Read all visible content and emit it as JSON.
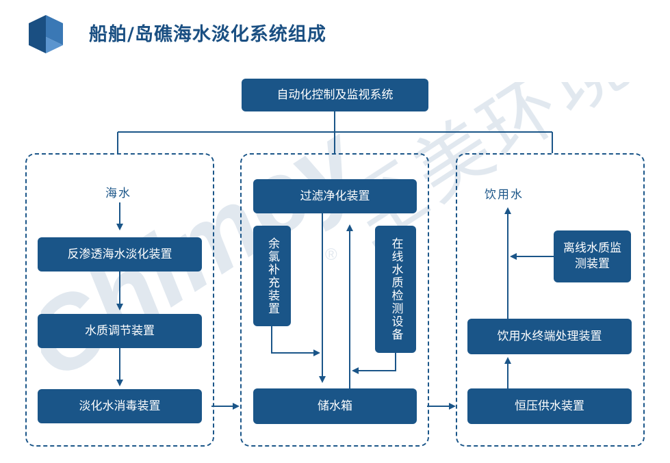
{
  "header": {
    "title": "船舶/岛礁海水淡化系统组成"
  },
  "watermark": {
    "brand": "Chimey",
    "chinese": "至美环境",
    "registered": "®"
  },
  "top_box": "自动化控制及监视系统",
  "left": {
    "source": "海水",
    "reverse_osmosis": "反渗透海水淡化装置",
    "quality_adjust": "水质调节装置",
    "disinfection": "淡化水消毒装置"
  },
  "middle": {
    "filtration": "过滤净化装置",
    "residual_chlorine": "余氯补充装置",
    "online_monitor": "在线水质检测设备",
    "storage_tank": "储水箱"
  },
  "right": {
    "output": "饮用水",
    "offline_monitor": "离线水质监测装置",
    "terminal_treatment": "饮用水终端处理装置",
    "constant_pressure": "恒压供水装置"
  },
  "colors": {
    "primary": "#1a5588",
    "title": "#1a4f82",
    "logo_dark": "#1a4f82",
    "logo_light": "#3a78b5"
  }
}
